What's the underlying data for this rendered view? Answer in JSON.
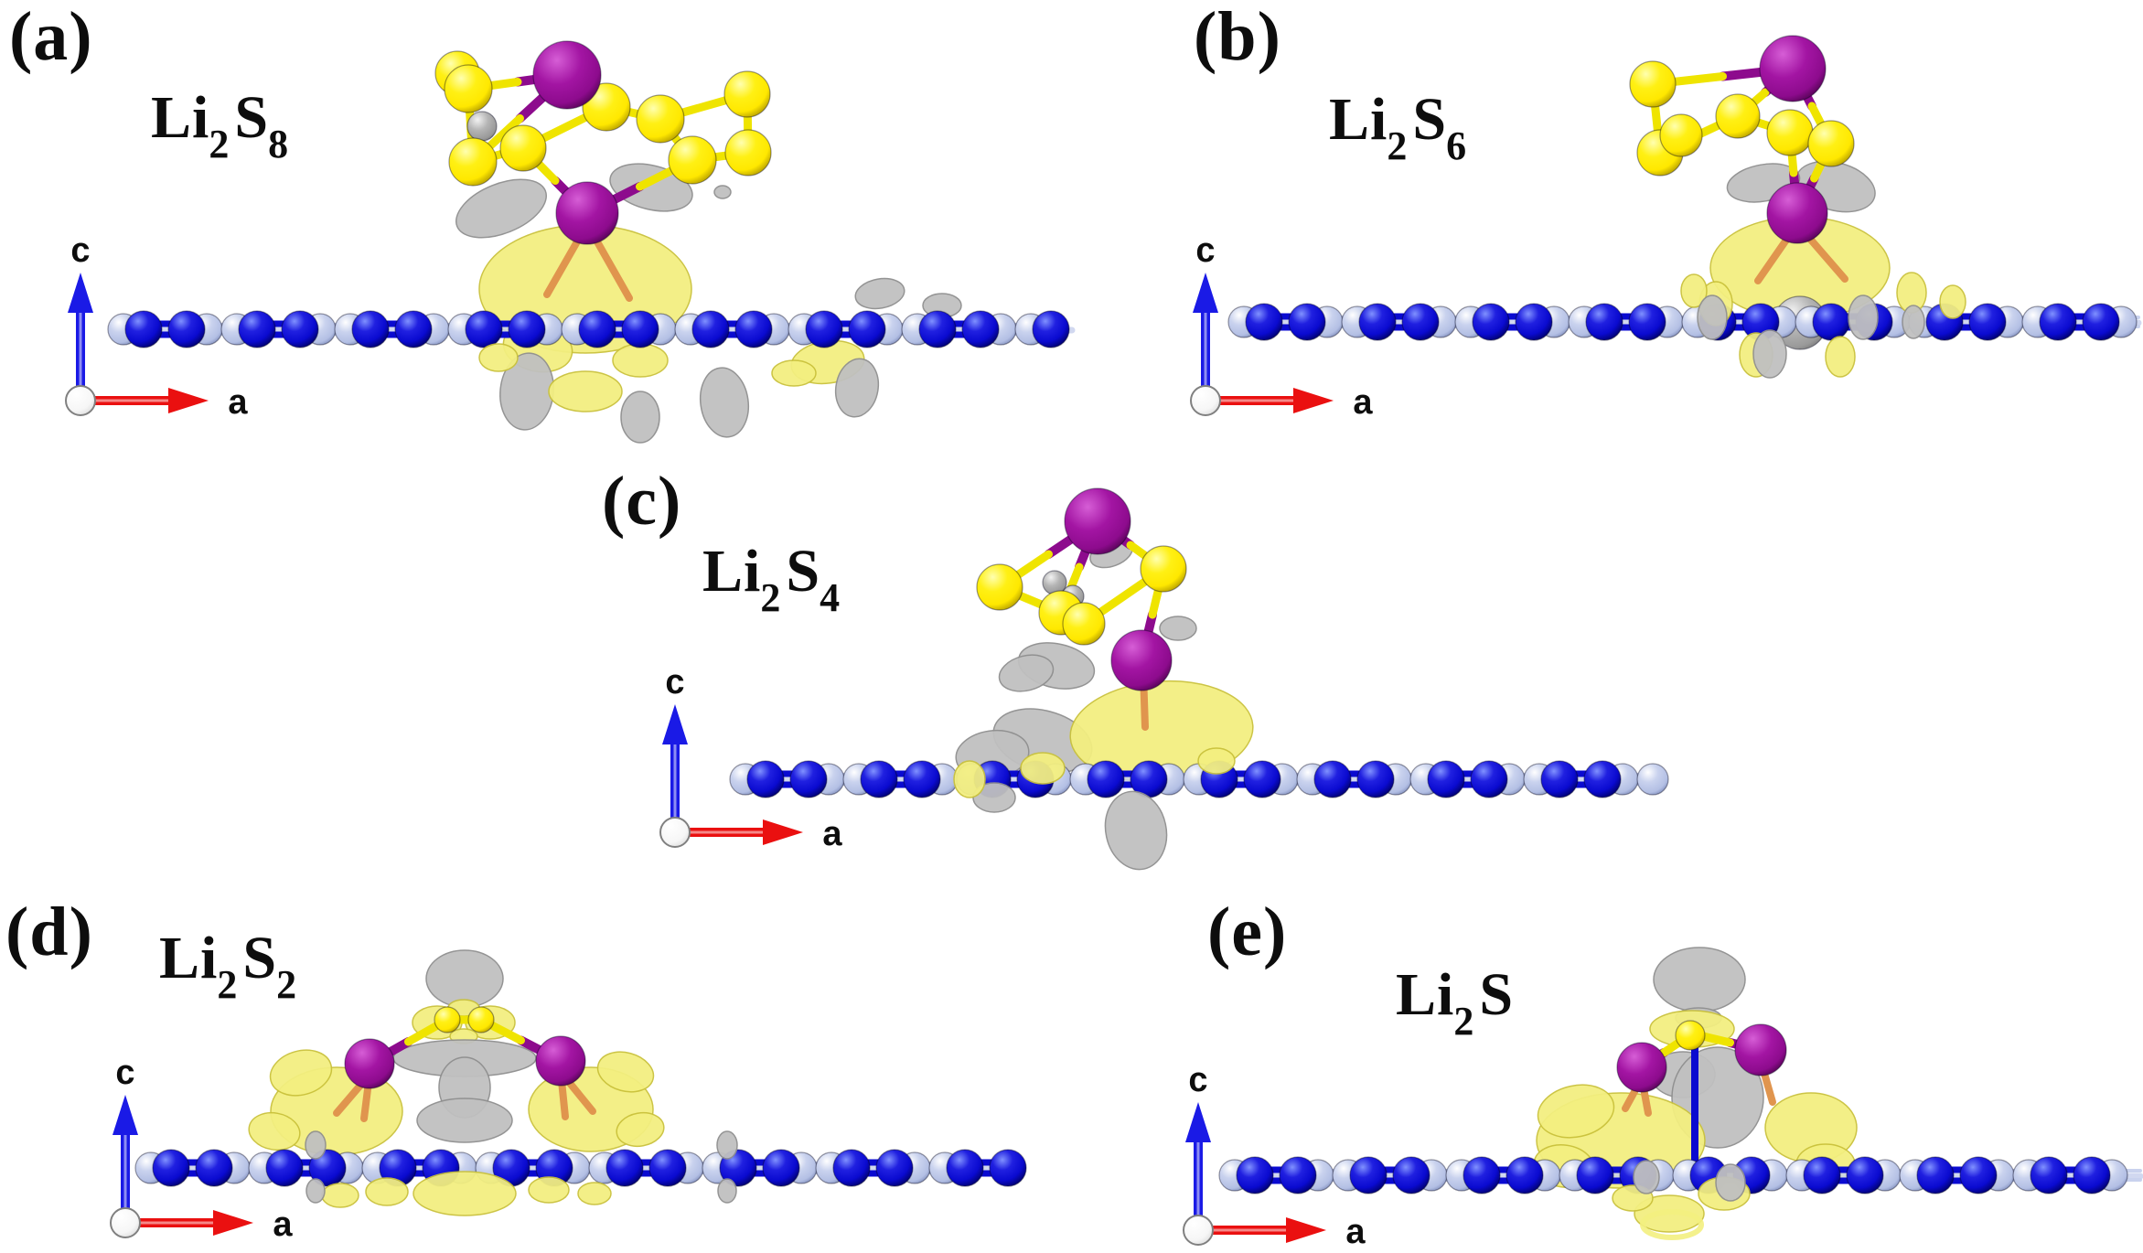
{
  "figure": {
    "kind": "charge-density-isosurface-panels",
    "panels": [
      {
        "label": "(a)",
        "formula": {
          "plain": "Li2S8",
          "segments": [
            {
              "text": "Li",
              "sub": false
            },
            {
              "text": "2",
              "sub": true
            },
            {
              "text": "S",
              "sub": false
            },
            {
              "text": "8",
              "sub": true
            }
          ]
        }
      },
      {
        "label": "(b)",
        "formula": {
          "plain": "Li2S6",
          "segments": [
            {
              "text": "Li",
              "sub": false
            },
            {
              "text": "2",
              "sub": true
            },
            {
              "text": "S",
              "sub": false
            },
            {
              "text": "6",
              "sub": true
            }
          ]
        }
      },
      {
        "label": "(c)",
        "formula": {
          "plain": "Li2S4",
          "segments": [
            {
              "text": "Li",
              "sub": false
            },
            {
              "text": "2",
              "sub": true
            },
            {
              "text": "S",
              "sub": false
            },
            {
              "text": "4",
              "sub": true
            }
          ]
        }
      },
      {
        "label": "(d)",
        "formula": {
          "plain": "Li2S2",
          "segments": [
            {
              "text": "Li",
              "sub": false
            },
            {
              "text": "2",
              "sub": true
            },
            {
              "text": "S",
              "sub": false
            },
            {
              "text": "2",
              "sub": true
            }
          ]
        }
      },
      {
        "label": "(e)",
        "formula": {
          "plain": "Li2S",
          "segments": [
            {
              "text": "Li",
              "sub": false
            },
            {
              "text": "2",
              "sub": true
            },
            {
              "text": "S",
              "sub": false
            }
          ]
        }
      }
    ],
    "axis_labels": {
      "vertical": "c",
      "horizontal": "a"
    },
    "colors": {
      "background": "#ffffff",
      "text": "#0d0d0d",
      "lithium_atom": "#8d0b8d",
      "sulfur_atom": "#ffe800",
      "substrate_atom_dark": "#0a0ad0",
      "substrate_atom_light": "#c9d2ee",
      "gray_atom": "#b5b5b5",
      "isosurface_yellow": "#f3ef80",
      "isosurface_gray": "#c0c0c0",
      "bond_sulfur": "#efe400",
      "bond_lithium": "#8d0b8d",
      "bond_orange": "#e0954e",
      "axis_arrow_red": "#ea1010",
      "axis_arrow_blue": "#1a1ae6",
      "origin_sphere": "#ffffff"
    }
  }
}
